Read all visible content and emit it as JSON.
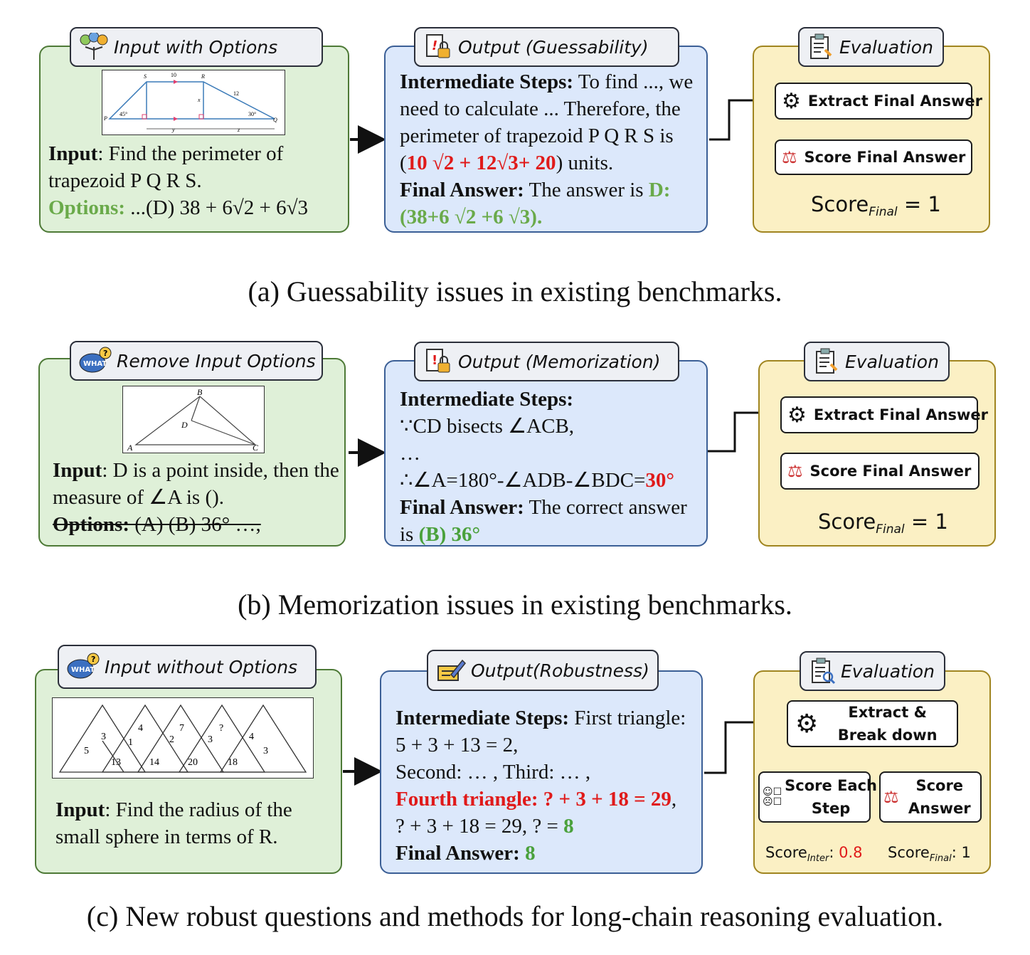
{
  "panel_a": {
    "input_tag": "Input with Options",
    "input_label": "Input",
    "input_text": ": Find the perimeter of trapezoid P Q R S.",
    "options_label": "Options:",
    "options_text": " ...(D) 38 + 6√2 + 6√3",
    "figure_labels": [
      "S",
      "10",
      "R",
      "x",
      "12",
      "P",
      "45°",
      "30°",
      "Q",
      "y",
      "z"
    ],
    "output_tag": "Output (Guessability)",
    "steps_label": "Intermediate Steps:",
    "steps_text_1": " To find ..., we need to calculate ... Therefore, the perimeter of trapezoid P Q R S is (",
    "steps_red": "10 √2 + 12√3+ 20",
    "steps_text_2": ") units.",
    "final_label": "Final Answer:",
    "final_text": " The answer is ",
    "final_green": "D: (38+6 √2 +6 √3).",
    "eval_tag": "Evaluation",
    "extract_label": "Extract Final Answer",
    "score_label": "Score Final Answer",
    "score_prefix": "Score",
    "score_sub": "Final",
    "score_value": " = 1",
    "caption": "(a) Guessability issues in existing benchmarks."
  },
  "panel_b": {
    "input_tag": "Remove Input Options",
    "figure_labels": [
      "B",
      "D",
      "A",
      "C"
    ],
    "input_label": "Input",
    "input_text": ": D is a point inside, then the measure of ∠A is ().",
    "options_label": "Options:",
    "options_text": " (A) (B) 36° …,",
    "output_tag": "Output (Memorization)",
    "steps_label": "Intermediate Steps:",
    "line1": "∵CD bisects ∠ACB,",
    "line2": "…",
    "line3": "∴∠A=180°-∠ADB-∠BDC=",
    "line3_red": "30°",
    "final_label": "Final Answer:",
    "final_text": " The correct answer is ",
    "final_green": "(B) 36°",
    "eval_tag": "Evaluation",
    "extract_label": "Extract Final Answer",
    "score_label": "Score Final Answer",
    "score_prefix": "Score",
    "score_sub": "Final",
    "score_value": " = 1",
    "caption": "(b) Memorization issues in existing benchmarks."
  },
  "panel_c": {
    "input_tag": "Input without Options",
    "figure_numbers": [
      "5",
      "3",
      "13",
      "4",
      "1",
      "14",
      "2",
      "7",
      "20",
      "3",
      "?",
      "18",
      "4",
      "3"
    ],
    "input_label": "Input",
    "input_text": ": Find the radius of the small sphere in terms of R.",
    "output_tag": "Output(Robustness)",
    "steps_label": "Intermediate Steps:",
    "steps_text": " First triangle: 5 + 3 + 13 = 2,",
    "line2": "Second: … , Third: … ,",
    "line3_red": "Fourth triangle: ? + 3 + 18 = 29",
    "line3_comma": ",",
    "line4": "? + 3 + 18 = 29, ? = ",
    "line4_green": "8",
    "final_label": "Final Answer:",
    "final_green": " 8",
    "eval_tag": "Evaluation",
    "extract_line1": "Extract &",
    "extract_line2": "Break down",
    "score_each_1": "Score Each",
    "score_each_2": "Step",
    "score_answer_1": "Score",
    "score_answer_2": "Answer",
    "score_inter_prefix": "Score",
    "score_inter_sub": "Inter",
    "score_inter_value": "0.8",
    "score_final_prefix": "Score",
    "score_final_sub": "Final",
    "score_final_value": ": 1",
    "caption": "(c) New robust questions and methods for long-chain reasoning evaluation."
  },
  "colors": {
    "green_bg": "#dff0d8",
    "blue_bg": "#dce8fb",
    "yellow_bg": "#fbf0c4",
    "red": "#e01a1a",
    "green_text": "#4aa13c"
  }
}
